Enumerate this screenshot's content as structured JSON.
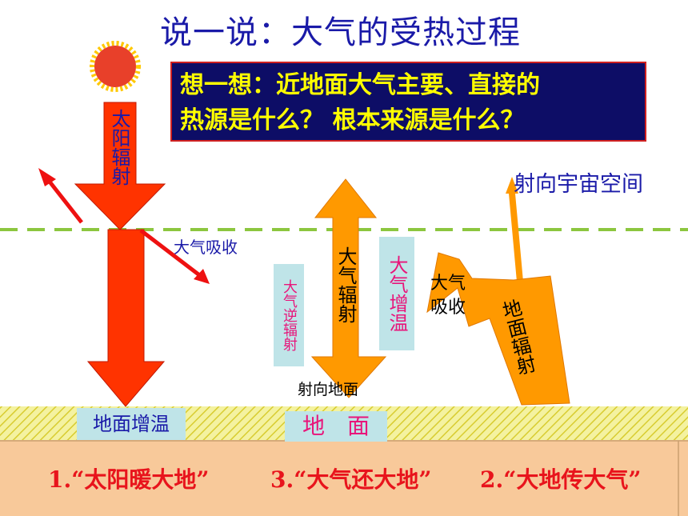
{
  "title": "说一说：大气的受热过程",
  "question": {
    "line1": "想一想：近地面大气主要、直接的",
    "line2": "热源是什么？  根本来源是什么？"
  },
  "labels": {
    "solar_radiation": "太阳辐射",
    "atmosphere_absorb_left": "大气吸收",
    "atmospheric_radiation": "大气辐射",
    "atmospheric_counter_radiation": "大气逆辐射",
    "atmosphere_warming": "大气增温",
    "to_ground": "射向地面",
    "to_space": "射向宇宙空间",
    "atmosphere_absorb_right": "大气吸收",
    "ground_radiation": "地面辐射",
    "ground_warming": "地面增温",
    "ground": "地　面"
  },
  "slogans": {
    "s1": "1.“太阳暖大地”",
    "s3": "3.“大气还大地”",
    "s2": "2.“大地传大气”"
  },
  "colors": {
    "title": "#1a1aa8",
    "question_bg": "#0d0d66",
    "question_text": "#ffff00",
    "solar_arrow": "#ff3300",
    "orange_arrow": "#ff9900",
    "ground": "#f8c99a",
    "ground_stripe": "#e8e040",
    "slogan": "#e8141c",
    "pink_text": "#e8157a"
  }
}
